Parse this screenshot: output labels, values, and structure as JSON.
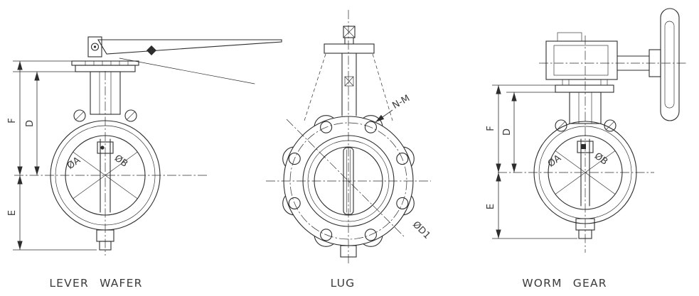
{
  "page": {
    "background": "#ffffff",
    "ink": "#2d2d2d",
    "label_color": "#3a3a3a"
  },
  "views": [
    {
      "id": "lever-wafer",
      "caption": "LEVER WAFER",
      "dims": {
        "f": "F",
        "d": "D",
        "e": "E",
        "dia_a": "ØA",
        "dia_b": "ØB"
      }
    },
    {
      "id": "lug",
      "caption": "LUG",
      "dims": {
        "bolt_spec": "N-M",
        "bolt_circle": "ØD1"
      }
    },
    {
      "id": "worm-gear",
      "caption": "WORM GEAR",
      "dims": {
        "f": "F",
        "d": "D",
        "e": "E",
        "dia_a": "ØA",
        "dia_b": "ØB"
      }
    }
  ]
}
